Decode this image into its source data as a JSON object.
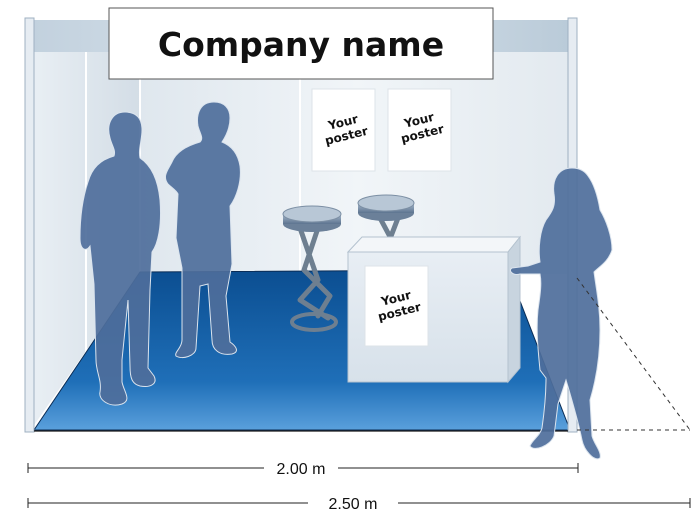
{
  "banner": {
    "company_name": "Company name"
  },
  "posters": [
    {
      "line1": "Your",
      "line2": "poster"
    },
    {
      "line1": "Your",
      "line2": "poster"
    },
    {
      "line1": "Your",
      "line2": "poster"
    }
  ],
  "dimensions": {
    "inner_width": "2.00 m",
    "outer_width": "2.50 m"
  },
  "colors": {
    "floor_dark": "#0a4c8f",
    "floor_light": "#3a8ad0",
    "panel": "#e6edf3",
    "silhouette": "#4f6f9c",
    "frame": "#cdd7e0"
  }
}
